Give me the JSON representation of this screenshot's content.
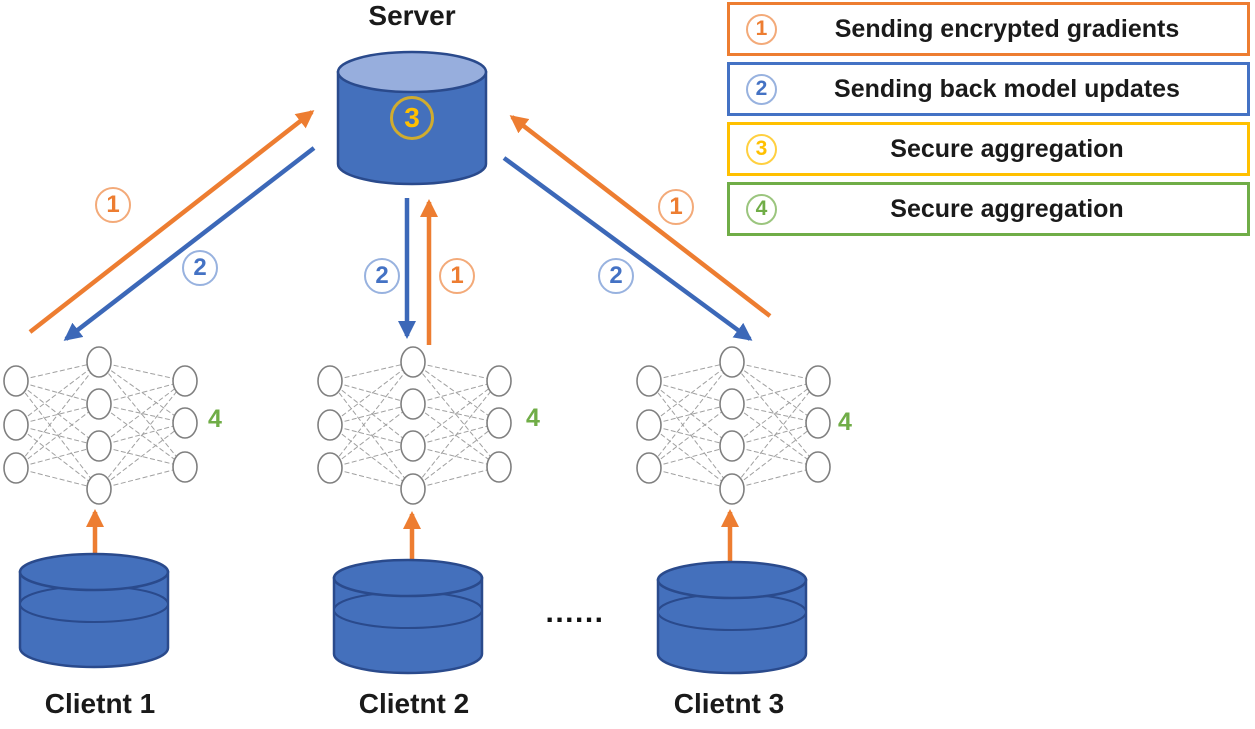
{
  "server": {
    "label": "Server",
    "badge": "3"
  },
  "legend": {
    "items": [
      {
        "number": "1",
        "label": "Sending encrypted gradients",
        "color": "#ED7D31"
      },
      {
        "number": "2",
        "label": "Sending back model updates",
        "color": "#4472C4"
      },
      {
        "number": "3",
        "label": "Secure aggregation",
        "color": "#FFC000"
      },
      {
        "number": "4",
        "label": "Secure aggregation",
        "color": "#70AD47"
      }
    ]
  },
  "clients": [
    {
      "label": "Clietnt 1",
      "badge": "4"
    },
    {
      "label": "Clietnt 2",
      "badge": "4"
    },
    {
      "label": "Clietnt 3",
      "badge": "4"
    }
  ],
  "arrow_labels": {
    "left_upload": "1",
    "left_download": "2",
    "middle_download": "2",
    "middle_upload": "1",
    "right_upload": "1",
    "right_download": "2"
  },
  "ellipsis": "......",
  "colors": {
    "orange": "#ED7D31",
    "blue": "#4472C4",
    "yellow": "#FFC000",
    "green": "#70AD47",
    "cylinder_body": "#4470BC",
    "cylinder_top": "#97AEDD",
    "cylinder_outline": "#2A4A8C",
    "network_stroke": "#7f7f7f",
    "text": "#1a1a1a"
  }
}
